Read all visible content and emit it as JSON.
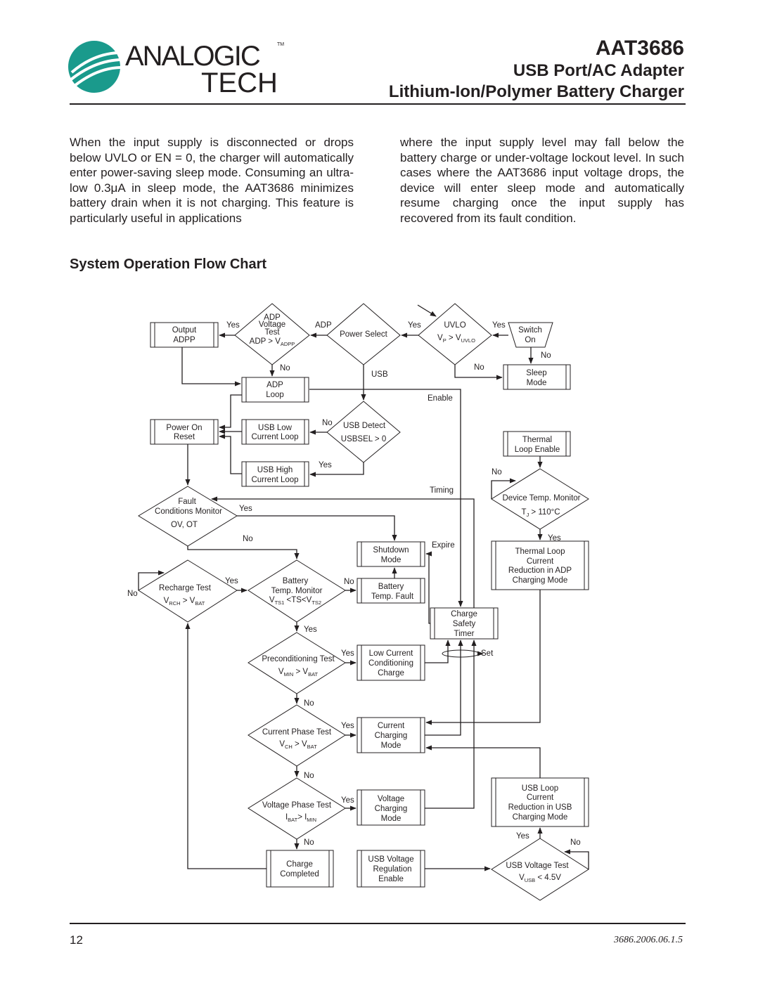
{
  "header": {
    "logo_text_top": "ANALOGIC",
    "logo_text_bottom": "TECH",
    "logo_tm": "TM",
    "part_number": "AAT3686",
    "title_line1": "USB Port/AC Adapter",
    "title_line2": "Lithium-Ion/Polymer Battery Charger"
  },
  "body": {
    "col_left": "When the input supply is disconnected or drops below UVLO or EN = 0, the charger will automatically enter power-saving sleep mode. Consuming an ultra-low 0.3μA in sleep mode, the AAT3686 minimizes battery drain when it is not charging. This feature is particularly useful in applications",
    "col_right": "where the input supply level may fall below the battery charge or under-voltage lockout level. In such cases where the AAT3686 input voltage drops, the device will enter sleep mode and automatically resume charging once the input supply has recovered from its fault condition."
  },
  "section_title": "System Operation Flow Chart",
  "flowchart": {
    "output_adpp": [
      "Output",
      "ADPP"
    ],
    "adp_voltage_test": [
      "ADP",
      "Voltage",
      "Test"
    ],
    "adp_cond_main": "ADP > V",
    "adp_cond_sub": "ADPP",
    "power_select": "Power Select",
    "uvlo": "UVLO",
    "uvlo_cond_v": "V",
    "uvlo_cond_p": "P",
    "uvlo_cond_gt": " > V",
    "uvlo_cond_sub": "UVLO",
    "switch_on": [
      "Switch",
      "On"
    ],
    "sleep_mode": [
      "Sleep",
      "Mode"
    ],
    "adp_loop": [
      "ADP",
      "Loop"
    ],
    "usb_detect": "USB Detect",
    "usbsel": "USBSEL > 0",
    "usb_low": [
      "USB Low",
      "Current Loop"
    ],
    "usb_high": [
      "USB High",
      "Current Loop"
    ],
    "power_on_reset": [
      "Power On",
      "Reset"
    ],
    "thermal_loop_enable": [
      "Thermal",
      "Loop Enable"
    ],
    "device_temp": "Device Temp. Monitor",
    "tj_main": "T",
    "tj_sub": "J",
    "tj_rest": " > 110°C",
    "fault_monitor": [
      "Fault",
      "Conditions Monitor",
      "OV, OT"
    ],
    "shutdown_mode": [
      "Shutdown",
      "Mode"
    ],
    "thermal_reduction": [
      "Thermal Loop",
      "Current",
      "Reduction in ADP",
      "Charging Mode"
    ],
    "recharge_test": "Recharge Test",
    "rch_v1": "V",
    "rch_s1": "RCH",
    "rch_gt": " > V",
    "rch_s2": "BAT",
    "battery_temp_monitor": [
      "Battery",
      "Temp. Monitor"
    ],
    "ts_v1": "V",
    "ts_s1": "TS1",
    "ts_mid": " <TS<V",
    "ts_s2": "TS2",
    "battery_temp_fault": [
      "Battery",
      "Temp. Fault"
    ],
    "charge_safety_timer": [
      "Charge",
      "Safety",
      "Timer"
    ],
    "precond_test": "Preconditioning Test",
    "min_v1": "V",
    "min_s1": "MIN",
    "min_gt": " > V",
    "min_s2": "BAT",
    "low_current_cond": [
      "Low Current",
      "Conditioning",
      "Charge"
    ],
    "current_phase_test": "Current Phase Test",
    "ch_v1": "V",
    "ch_s1": "CH",
    "ch_gt": " > V",
    "ch_s2": "BAT",
    "current_charging_mode": [
      "Current",
      "Charging",
      "Mode"
    ],
    "voltage_phase_test": "Voltage Phase Test",
    "ib_i1": "I",
    "ib_s1": "BAT",
    "ib_gt": "> I",
    "ib_s2": "MIN",
    "voltage_charging_mode": [
      "Voltage",
      "Charging",
      "Mode"
    ],
    "usb_loop_reduction": [
      "USB Loop",
      "Current",
      "Reduction in USB",
      "Charging Mode"
    ],
    "charge_completed": [
      "Charge",
      "Completed"
    ],
    "usb_voltage_reg": [
      "USB Voltage",
      "Regulation",
      "Enable"
    ],
    "usb_voltage_test": "USB Voltage Test",
    "vusb_v": "V",
    "vusb_s": "USB",
    "vusb_rest": " < 4.5V",
    "labels": {
      "yes": "Yes",
      "no": "No",
      "adp": "ADP",
      "usb": "USB",
      "enable": "Enable",
      "timing": "Timing",
      "expire": "Expire",
      "set": "Set"
    }
  },
  "footer": {
    "page_number": "12",
    "doc_number": "3686.2006.06.1.5"
  }
}
